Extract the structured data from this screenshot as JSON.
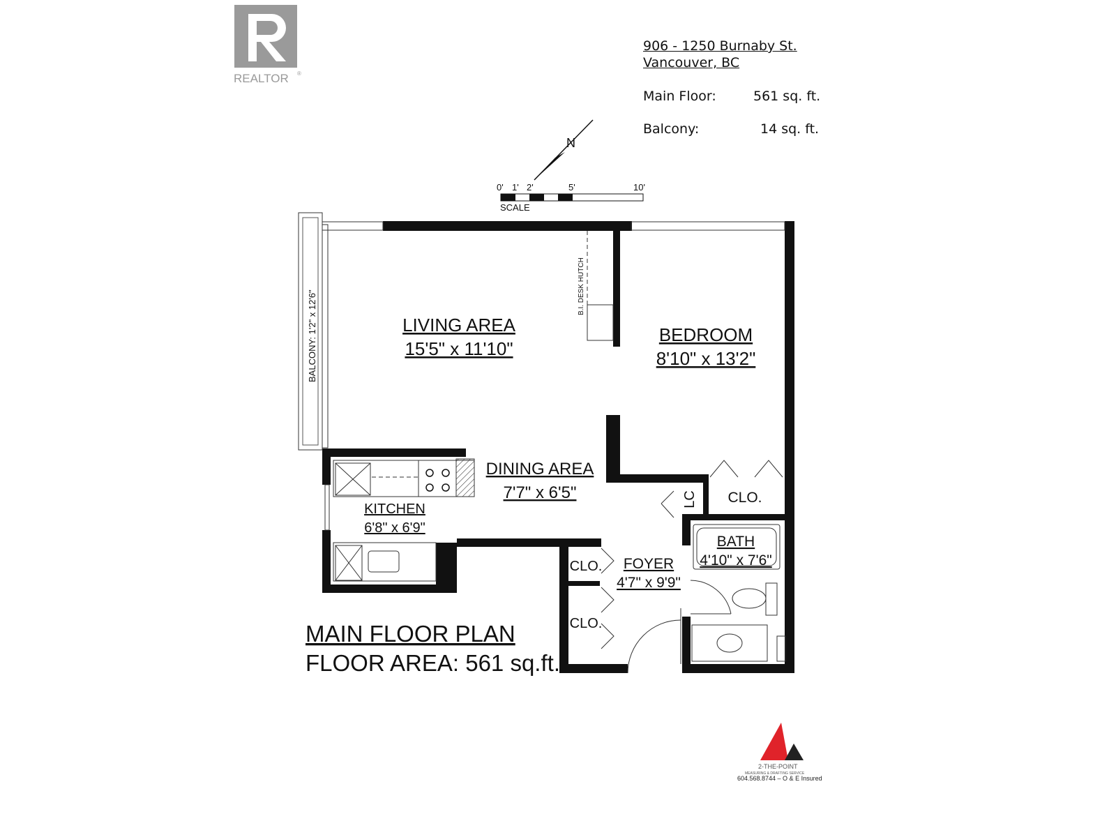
{
  "logo": {
    "realtor": "REALTOR",
    "registered": "®",
    "brand_color": "#9a9a9a"
  },
  "address": {
    "line1": "906 - 1250 Burnaby St.",
    "line2": "Vancouver, BC"
  },
  "areas": [
    {
      "label": "Main Floor:",
      "value": "561 sq. ft."
    },
    {
      "label": "Balcony:",
      "value": "14 sq. ft."
    }
  ],
  "compass": {
    "north": "N"
  },
  "scale": {
    "ticks": [
      "0'",
      "1'",
      "2'",
      "5'",
      "10'"
    ],
    "label": "SCALE"
  },
  "rooms": {
    "living": {
      "name": "LIVING AREA",
      "dims": "15'5\" x 11'10\""
    },
    "bedroom": {
      "name": "BEDROOM",
      "dims": "8'10\" x 13'2\""
    },
    "dining": {
      "name": "DINING AREA",
      "dims": "7'7\" x 6'5\""
    },
    "kitchen": {
      "name": "KITCHEN",
      "dims": "6'8\" x 6'9\""
    },
    "bath": {
      "name": "BATH",
      "dims": "4'10\" x 7'6\""
    },
    "foyer": {
      "name": "FOYER",
      "dims": "4'7\" x 9'9\""
    },
    "balcony": "BALCONY: 1'2\" x 12'6\"",
    "desk": "B.I. DESK HUTCH",
    "lc": "LC",
    "clo1": "CLO.",
    "clo2": "CLO.",
    "clo3": "CLO."
  },
  "plan_title": {
    "line1": "MAIN FLOOR PLAN",
    "line2": "FLOOR AREA: 561 sq.ft."
  },
  "footer": {
    "brand": "2-THE-POINT",
    "service": "MEASURING & DRAFTING SERVICE",
    "contact": "604.568.8744 – O & E Insured",
    "accent": "#e0232a"
  }
}
